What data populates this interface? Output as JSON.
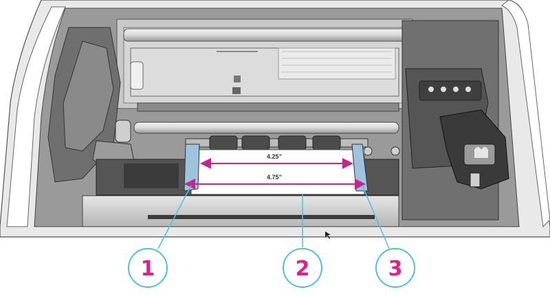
{
  "dimensions": {
    "inner": {
      "label": "4.25”",
      "color": "#c2278d"
    },
    "outer": {
      "label": "4.75”",
      "color": "#c2278d"
    }
  },
  "callouts": [
    {
      "number": "1",
      "ring_color": "#4ec0e0",
      "text_color": "#e0218a"
    },
    {
      "number": "2",
      "ring_color": "#4ec0e0",
      "text_color": "#e0218a"
    },
    {
      "number": "3",
      "ring_color": "#4ec0e0",
      "text_color": "#e0218a"
    }
  ],
  "colors": {
    "printer_body": "#bfbfbf",
    "printer_dark": "#5a5a5a",
    "guide_blue": "#9fc3dd",
    "media": "#ffffff"
  }
}
